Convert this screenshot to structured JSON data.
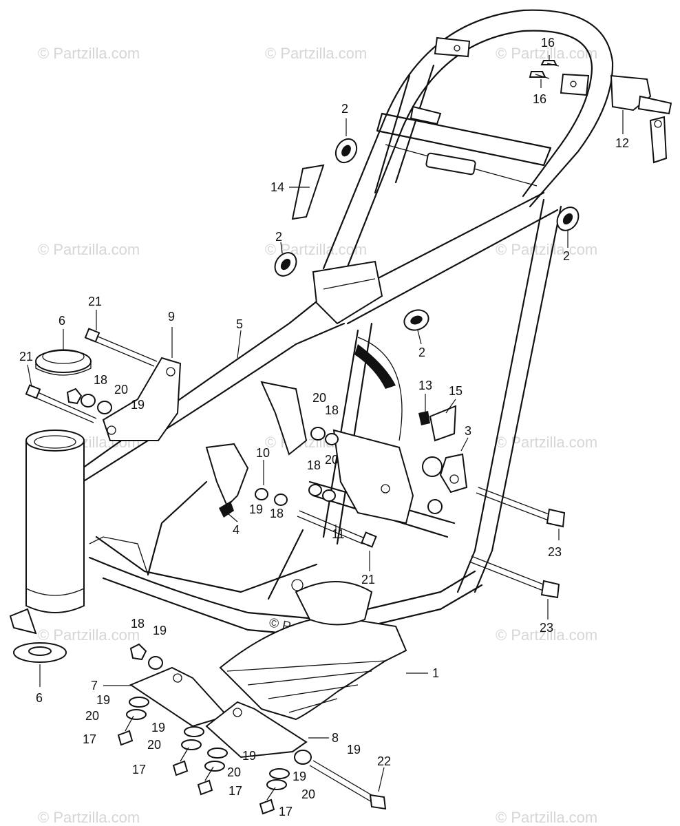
{
  "watermark": "© Partzilla.com",
  "callouts": [
    {
      "id": "c1",
      "text": "1"
    },
    {
      "id": "c2a",
      "text": "2"
    },
    {
      "id": "c2b",
      "text": "2"
    },
    {
      "id": "c2c",
      "text": "2"
    },
    {
      "id": "c2d",
      "text": "2"
    },
    {
      "id": "c3",
      "text": "3"
    },
    {
      "id": "c4",
      "text": "4"
    },
    {
      "id": "c5",
      "text": "5"
    },
    {
      "id": "c6a",
      "text": "6"
    },
    {
      "id": "c6b",
      "text": "6"
    },
    {
      "id": "c7",
      "text": "7"
    },
    {
      "id": "c8",
      "text": "8"
    },
    {
      "id": "c9",
      "text": "9"
    },
    {
      "id": "c10",
      "text": "10"
    },
    {
      "id": "c11",
      "text": "11"
    },
    {
      "id": "c12",
      "text": "12"
    },
    {
      "id": "c13",
      "text": "13"
    },
    {
      "id": "c14",
      "text": "14"
    },
    {
      "id": "c15",
      "text": "15"
    },
    {
      "id": "c16a",
      "text": "16"
    },
    {
      "id": "c16b",
      "text": "16"
    },
    {
      "id": "c17a",
      "text": "17"
    },
    {
      "id": "c17b",
      "text": "17"
    },
    {
      "id": "c17c",
      "text": "17"
    },
    {
      "id": "c17d",
      "text": "17"
    },
    {
      "id": "c18a",
      "text": "18"
    },
    {
      "id": "c18b",
      "text": "18"
    },
    {
      "id": "c18c",
      "text": "18"
    },
    {
      "id": "c18d",
      "text": "18"
    },
    {
      "id": "c18e",
      "text": "18"
    },
    {
      "id": "c19a",
      "text": "19"
    },
    {
      "id": "c19b",
      "text": "19"
    },
    {
      "id": "c19c",
      "text": "19"
    },
    {
      "id": "c19d",
      "text": "19"
    },
    {
      "id": "c19e",
      "text": "19"
    },
    {
      "id": "c19f",
      "text": "19"
    },
    {
      "id": "c19g",
      "text": "19"
    },
    {
      "id": "c19h",
      "text": "19"
    },
    {
      "id": "c20a",
      "text": "20"
    },
    {
      "id": "c20b",
      "text": "20"
    },
    {
      "id": "c20c",
      "text": "20"
    },
    {
      "id": "c20d",
      "text": "20"
    },
    {
      "id": "c20e",
      "text": "20"
    },
    {
      "id": "c20f",
      "text": "20"
    },
    {
      "id": "c20g",
      "text": "20"
    },
    {
      "id": "c21a",
      "text": "21"
    },
    {
      "id": "c21b",
      "text": "21"
    },
    {
      "id": "c21c",
      "text": "21"
    },
    {
      "id": "c22",
      "text": "22"
    },
    {
      "id": "c23a",
      "text": "23"
    },
    {
      "id": "c23b",
      "text": "23"
    }
  ]
}
